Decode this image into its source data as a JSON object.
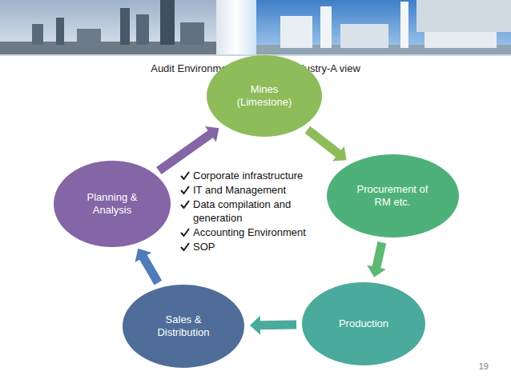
{
  "diagram": {
    "title": "Audit Environment of Cement Industry-A view",
    "nodes": [
      {
        "text": [
          "Mines (Limestone)"
        ]
      },
      {
        "text": [
          "Procurement of RM etc."
        ]
      },
      {
        "text": [
          "Production"
        ]
      },
      {
        "text": [
          "Sales & Distribution"
        ]
      },
      {
        "text": [
          "Planning & Analysis"
        ]
      }
    ],
    "edges": [
      {
        "from": 0,
        "to": 1,
        "arrow": "to"
      },
      {
        "from": 1,
        "to": 2,
        "arrow": "to"
      },
      {
        "from": 2,
        "to": 3,
        "arrow": "to"
      },
      {
        "from": 3,
        "to": 4,
        "arrow": "to"
      },
      {
        "from": 4,
        "to": 0,
        "arrow": "to"
      }
    ],
    "labels": [
      "Corporate infrastructure",
      "IT and Management",
      "Data compilation and generation",
      "Accounting Environment",
      "SOP",
      "19"
    ]
  }
}
